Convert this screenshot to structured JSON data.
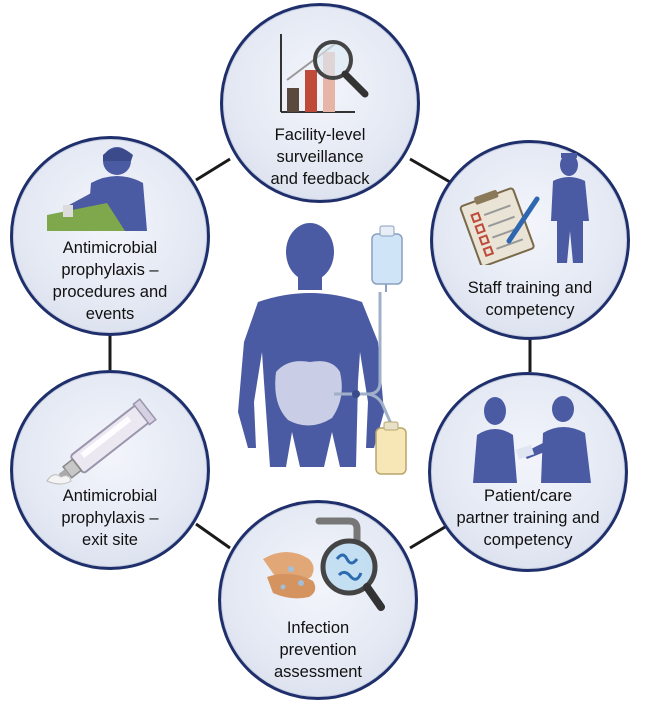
{
  "nodes": {
    "surveillance": "Facility-level\nsurveillance\nand feedback",
    "staff_training": "Staff training and\ncompetency",
    "patient_training": "Patient/care\npartner training and\ncompetency",
    "infection_assessment": "Infection\nprevention\nassessment",
    "prophylaxis_exit_site": "Antimicrobial\nprophylaxis –\nexit site",
    "prophylaxis_procedures": "Antimicrobial\nprophylaxis –\nprocedures and\nevents"
  },
  "colors": {
    "ring_border": "#1f2f6b",
    "connector": "#1a1a1a",
    "silhouette": "#4b5ba3",
    "dialysate_in": "#cfe4f7",
    "dialysate_out": "#f7e7b6",
    "bar_dark": "#5a4a3e",
    "bar_red": "#c04a3a",
    "bar_pink": "#e7b4a8"
  },
  "icons": {
    "surveillance": "bar-chart-magnifier-icon",
    "staff_training": "nurse-clipboard-icon",
    "patient_training": "two-people-talking-icon",
    "infection_assessment": "handwash-microbe-magnifier-icon",
    "prophylaxis_exit_site": "ointment-tube-icon",
    "prophylaxis_procedures": "surgeon-icon",
    "center": "peritoneal-dialysis-patient-icon"
  }
}
